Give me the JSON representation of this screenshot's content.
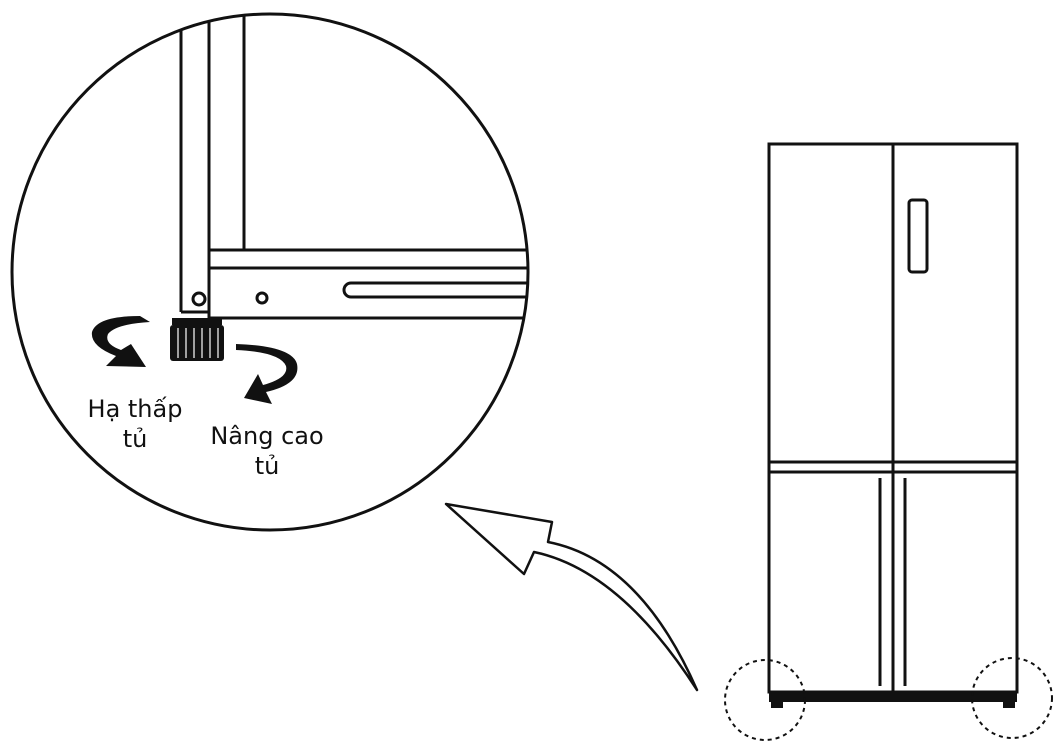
{
  "labels": {
    "lower_line1": "Hạ thấp",
    "lower_line2": "tủ",
    "raise_line1": "Nâng cao",
    "raise_line2": "tủ"
  },
  "icons": {
    "lower_direction": "counterclockwise-rotation-arrow-icon",
    "raise_direction": "clockwise-rotation-arrow-icon",
    "callout": "curved-callout-arrow-icon"
  },
  "colors": {
    "line": "#111111",
    "background": "#ffffff"
  }
}
